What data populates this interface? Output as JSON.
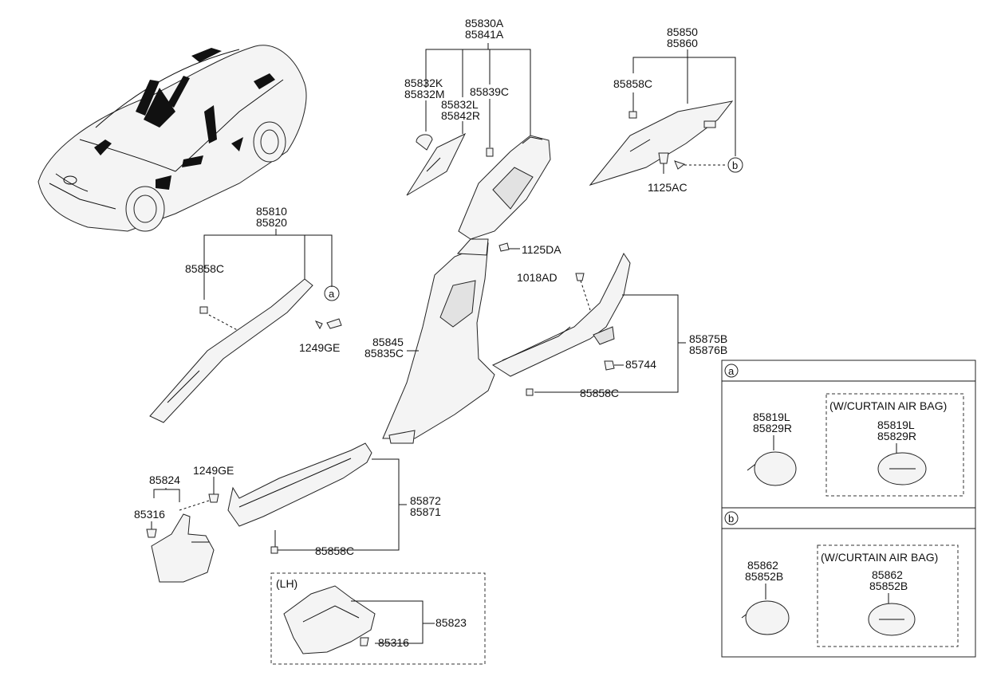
{
  "labels": {
    "p85830A": "85830A",
    "p85841A": "85841A",
    "p85832K": "85832K",
    "p85832M": "85832M",
    "p85839C": "85839C",
    "p85832L": "85832L",
    "p85842R": "85842R",
    "p85850": "85850",
    "p85860": "85860",
    "p85858C_top": "85858C",
    "p1125AC": "1125AC",
    "p85810": "85810",
    "p85820": "85820",
    "p85858C_a": "85858C",
    "p1249GE_a": "1249GE",
    "p1125DA": "1125DA",
    "p1018AD": "1018AD",
    "p85845": "85845",
    "p85835C": "85835C",
    "p85875B": "85875B",
    "p85876B": "85876B",
    "p85744": "85744",
    "p85858C_b": "85858C",
    "p85824": "85824",
    "p1249GE_b": "1249GE",
    "p85316_a": "85316",
    "p85872": "85872",
    "p85871": "85871",
    "p85858C_c": "85858C",
    "lh": "(LH)",
    "p85823": "85823",
    "p85316_b": "85316",
    "callout_a": "a",
    "callout_b": "b"
  },
  "inset_a": {
    "tag": "a",
    "std_l": "85819L",
    "std_r": "85829R",
    "curtain_title": "(W/CURTAIN AIR BAG)",
    "cur_l": "85819L",
    "cur_r": "85829R"
  },
  "inset_b": {
    "tag": "b",
    "std_1": "85862",
    "std_2": "85852B",
    "curtain_title": "(W/CURTAIN AIR BAG)",
    "cur_1": "85862",
    "cur_2": "85852B"
  }
}
